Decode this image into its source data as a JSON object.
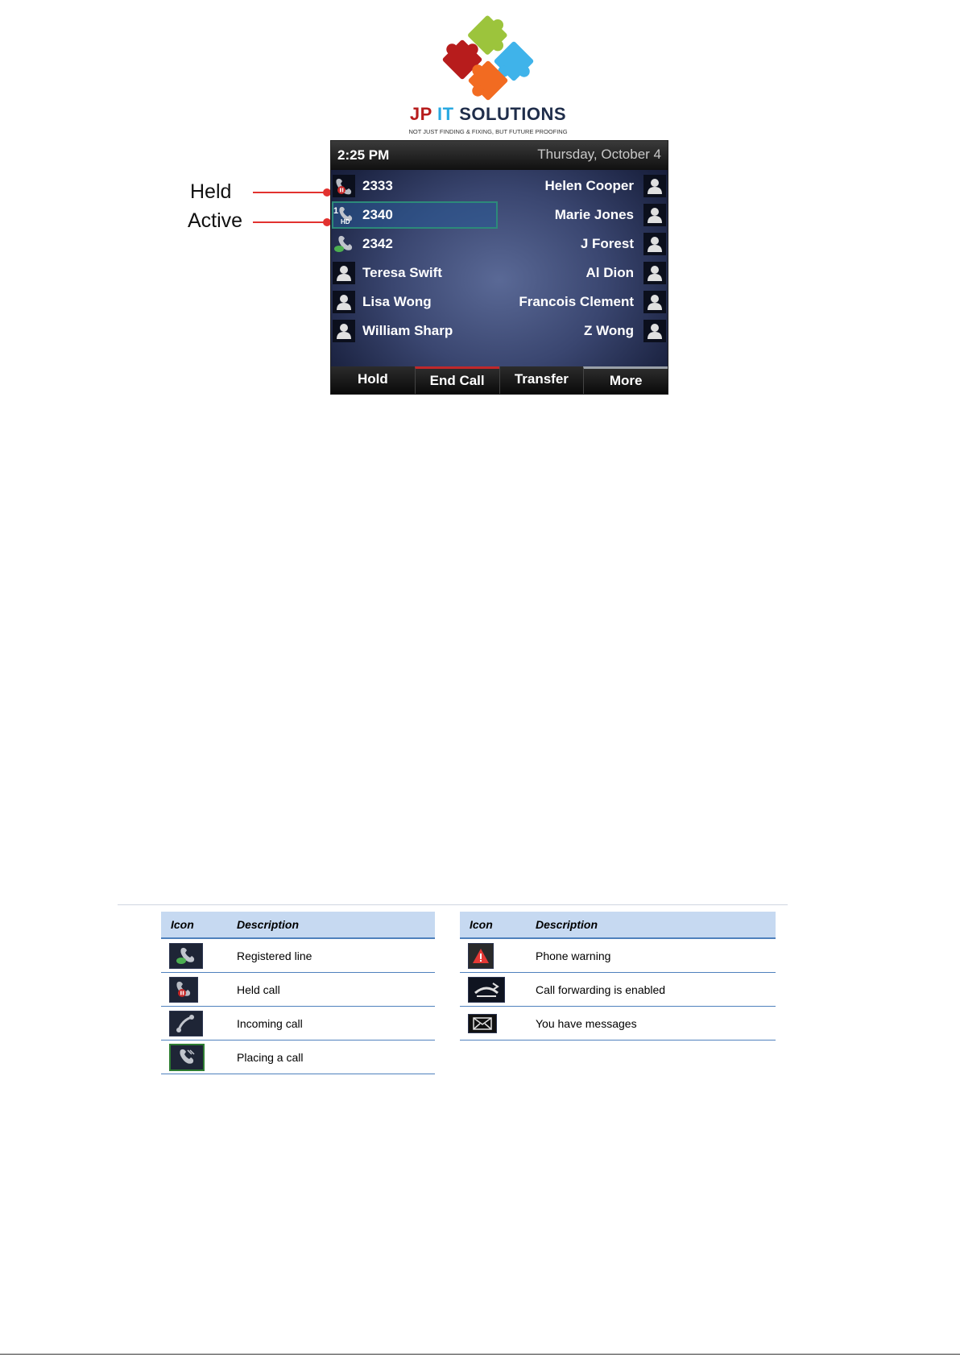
{
  "logo": {
    "name_part1": "JP",
    "name_part2": "IT",
    "name_part3": "SOLUTIONS",
    "tagline": "NOT JUST FINDING & FIXING, BUT FUTURE PROOFING",
    "colors": {
      "red": "#b71c1c",
      "green": "#9cc43c",
      "blue": "#3fb3ea",
      "orange": "#f26b21"
    }
  },
  "callouts": {
    "held": "Held",
    "active": "Active",
    "color": "#e2322f"
  },
  "phone": {
    "time": "2:25 PM",
    "date": "Thursday, October 4",
    "rows": [
      {
        "left_icon": "held-call-icon",
        "left": "2333",
        "right": "Helen Cooper",
        "right_icon": "contact-icon"
      },
      {
        "left_icon": "active-call-icon",
        "left": "2340",
        "right": "Marie Jones",
        "right_icon": "contact-icon"
      },
      {
        "left_icon": "registered-line-icon",
        "left": "2342",
        "right": "J Forest",
        "right_icon": "contact-icon"
      },
      {
        "left_icon": "contact-icon",
        "left": "Teresa Swift",
        "right": "Al Dion",
        "right_icon": "contact-icon"
      },
      {
        "left_icon": "contact-icon",
        "left": "Lisa Wong",
        "right": "Francois Clement",
        "right_icon": "contact-icon"
      },
      {
        "left_icon": "contact-icon",
        "left": "William Sharp",
        "right": "Z Wong",
        "right_icon": "contact-icon"
      }
    ],
    "softkeys": [
      "Hold",
      "End Call",
      "Transfer",
      "More"
    ]
  },
  "legend_left": {
    "header_icon": "Icon",
    "header_desc": "Description",
    "rows": [
      {
        "icon": "registered-line-icon",
        "desc": "Registered line"
      },
      {
        "icon": "held-call-icon",
        "desc": "Held call"
      },
      {
        "icon": "incoming-call-icon",
        "desc": "Incoming call"
      },
      {
        "icon": "placing-call-icon",
        "desc": "Placing a call"
      }
    ]
  },
  "legend_right": {
    "header_icon": "Icon",
    "header_desc": "Description",
    "rows": [
      {
        "icon": "warning-icon",
        "desc": "Phone warning"
      },
      {
        "icon": "call-forwarding-icon",
        "desc": "Call forwarding is enabled"
      },
      {
        "icon": "messages-icon",
        "desc": "You have messages"
      }
    ]
  }
}
